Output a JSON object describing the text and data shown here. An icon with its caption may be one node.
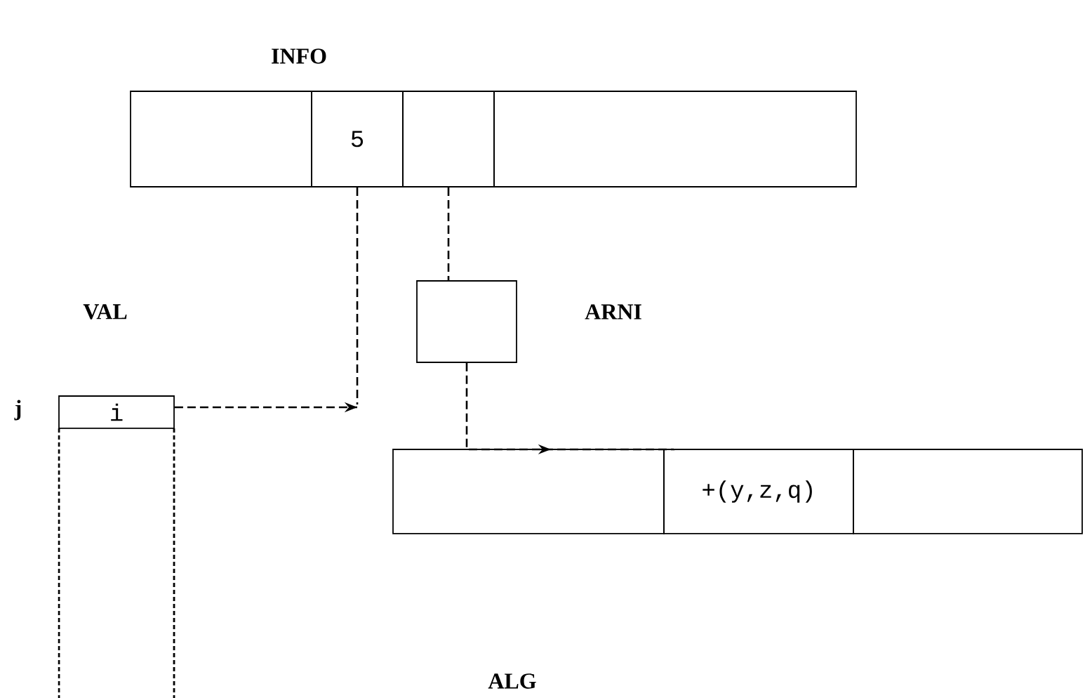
{
  "diagram": {
    "nodes": [
      {
        "text": [],
        "shape": "box"
      },
      {
        "text": [
          "5"
        ]
      },
      {
        "text": [],
        "shape": "box"
      },
      {
        "text": [],
        "shape": "box"
      },
      {
        "text": [],
        "shape": "box"
      },
      {
        "text": [
          "i"
        ]
      },
      {
        "text": [],
        "shape": "box"
      },
      {
        "text": [
          "+(y,z,q)"
        ]
      },
      {
        "text": [],
        "shape": "box"
      }
    ],
    "edges": [
      {
        "from": 5,
        "to": null,
        "arrow": "to",
        "style": "dashed"
      },
      {
        "from": 1,
        "to": null,
        "arrow": "none",
        "style": "dashed"
      },
      {
        "from": 2,
        "to": 4,
        "arrow": "none",
        "style": "dashed"
      },
      {
        "from": 4,
        "to": 7,
        "arrow": "to",
        "style": "dashed"
      }
    ],
    "labels": [
      "INFO",
      "VAL",
      "ARNI",
      "j",
      "ALG"
    ]
  }
}
